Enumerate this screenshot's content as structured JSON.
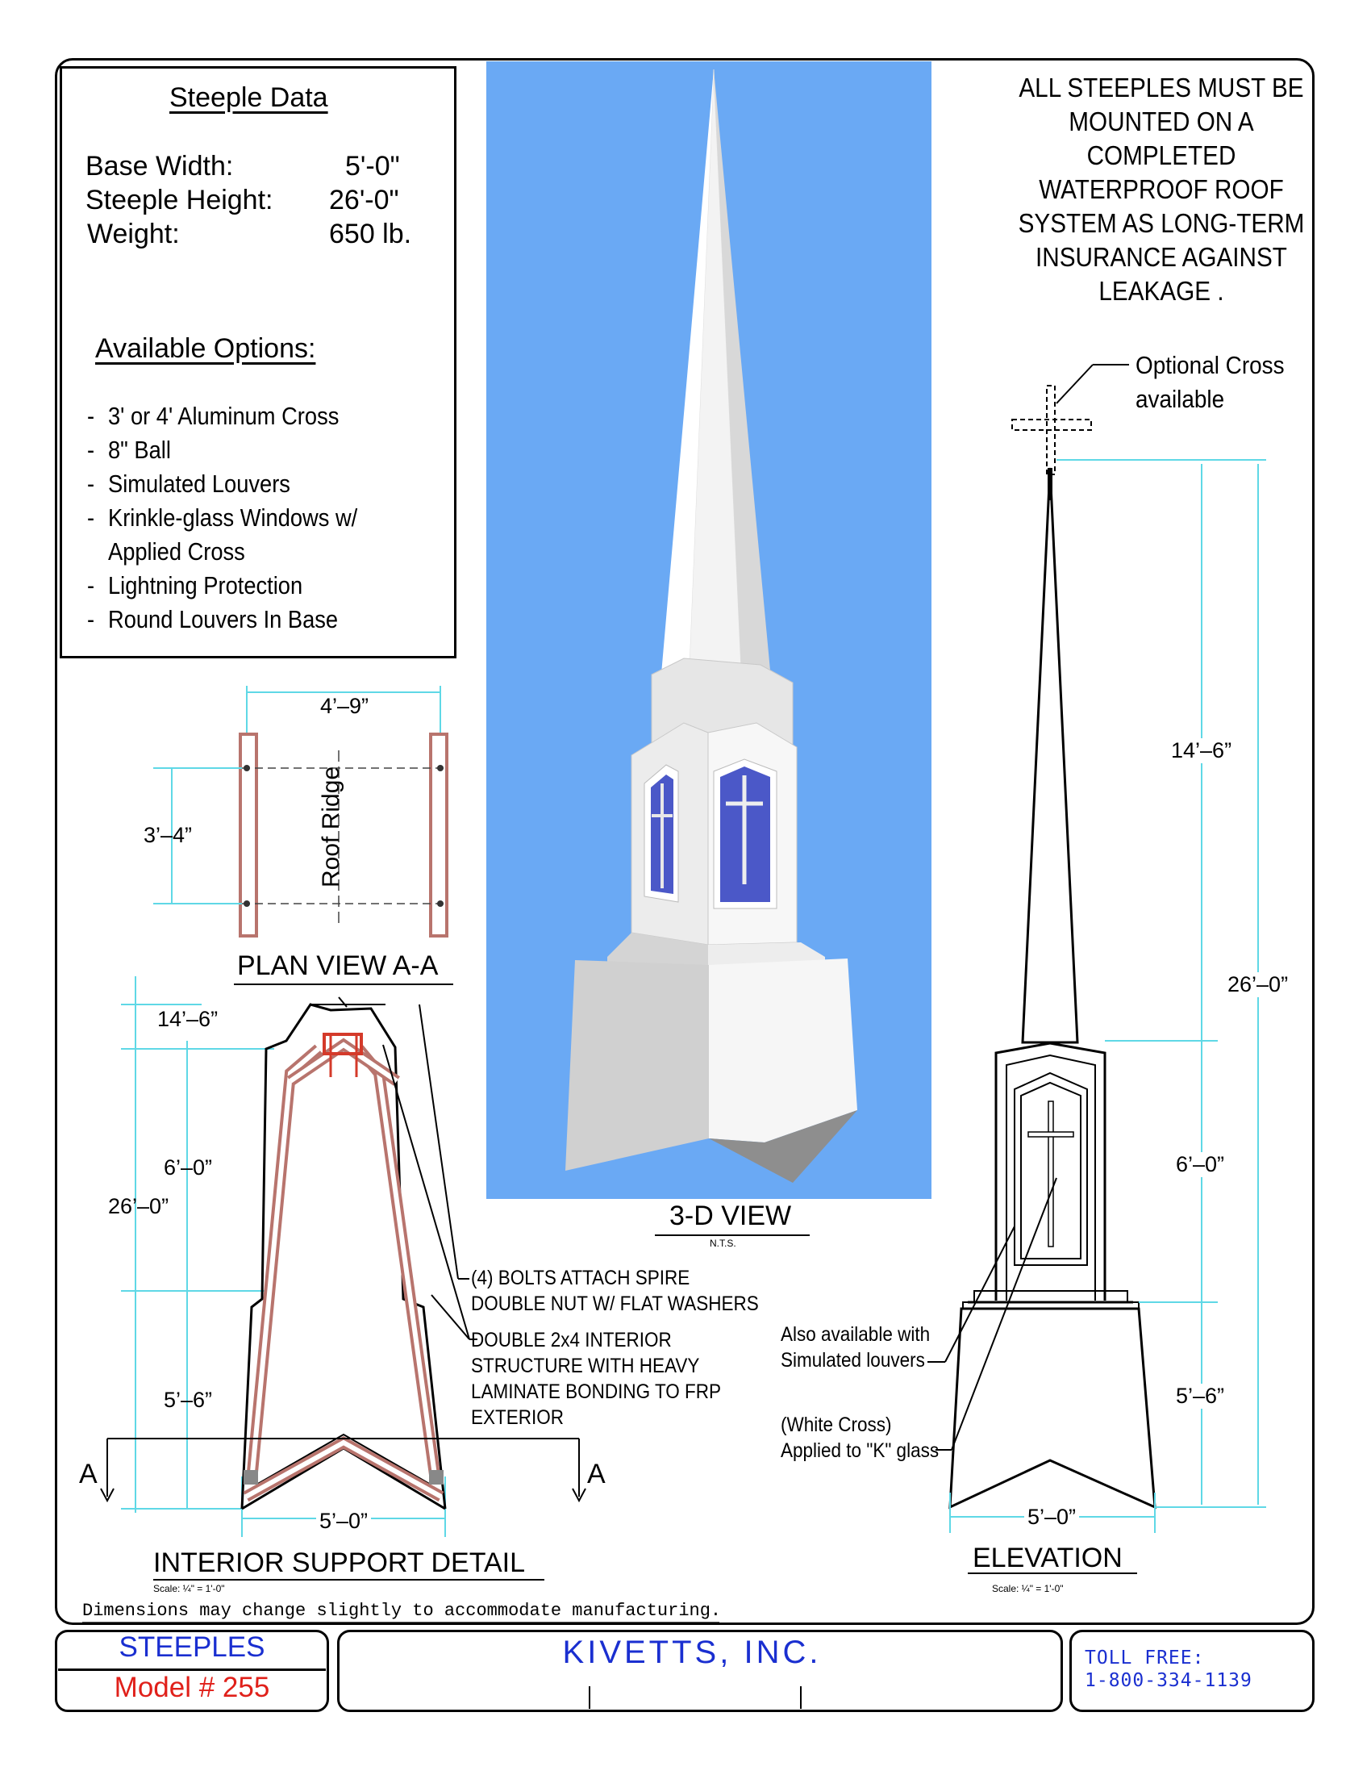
{
  "steeple_data": {
    "title": "Steeple Data",
    "rows": [
      {
        "label": "Base Width:",
        "value": "5'-0\""
      },
      {
        "label": "Steeple Height:",
        "value": "26'-0\""
      },
      {
        "label": "Weight:",
        "value": "650 lb."
      }
    ],
    "options_title": "Available Options:",
    "options": [
      "3' or 4' Aluminum Cross",
      "8\" Ball",
      "Simulated Louvers",
      "Krinkle-glass Windows w/",
      "Applied Cross",
      "Lightning Protection",
      "Round Louvers In Base"
    ]
  },
  "warning_note": [
    "ALL STEEPLES MUST BE",
    "MOUNTED ON A",
    "COMPLETED",
    "WATERPROOF ROOF",
    "SYSTEM AS LONG-TERM",
    "INSURANCE AGAINST",
    "LEAKAGE ."
  ],
  "views": {
    "plan_view": {
      "title": "PLAN VIEW A-A",
      "width_dim": "4’–9”",
      "depth_dim": "3’–4”",
      "ridge_label": "Roof Ridge"
    },
    "three_d": {
      "title": "3-D VIEW",
      "scale": "N.T.S."
    },
    "interior": {
      "title": "INTERIOR SUPPORT DETAIL",
      "scale": "Scale: ¼\" = 1'-0\"",
      "dims": {
        "top": "14’–6”",
        "mid": "6’–0”",
        "total": "26’–0”",
        "base": "5’–6”",
        "width": "5’–0”"
      },
      "section_marks": [
        "A",
        "A"
      ],
      "callout_bolts": [
        "(4) BOLTS ATTACH SPIRE",
        "DOUBLE NUT W/ FLAT WASHERS"
      ],
      "callout_structure": [
        "DOUBLE 2x4 INTERIOR",
        "STRUCTURE WITH HEAVY",
        "LAMINATE BONDING TO FRP",
        "EXTERIOR"
      ]
    },
    "elevation": {
      "title": "ELEVATION",
      "scale": "Scale: ¼\" = 1'-0\"",
      "cross_note": [
        "Optional Cross",
        "available"
      ],
      "dims": {
        "top": "14’–6”",
        "total": "26’–0”",
        "mid": "6’–0”",
        "base": "5’–6”",
        "width": "5’–0”"
      },
      "louver_note": [
        "Also available with",
        "Simulated louvers"
      ],
      "glass_note": [
        "(White Cross)",
        "Applied to \"K\" glass"
      ]
    }
  },
  "disclaimer": "Dimensions may change slightly to accommodate manufacturing.",
  "footer": {
    "category": "STEEPLES",
    "model": "Model # 255",
    "company": "KIVETTS, INC.",
    "toll_label": "TOLL FREE:",
    "phone": "1-800-334-1139"
  },
  "colors": {
    "dimension": "#5fd8e6",
    "support": "#b8746d",
    "sky": "#6aa9f4",
    "glass": "#4b58c8",
    "footer_blue": "#1a2fd0",
    "footer_red": "#e0201a"
  }
}
